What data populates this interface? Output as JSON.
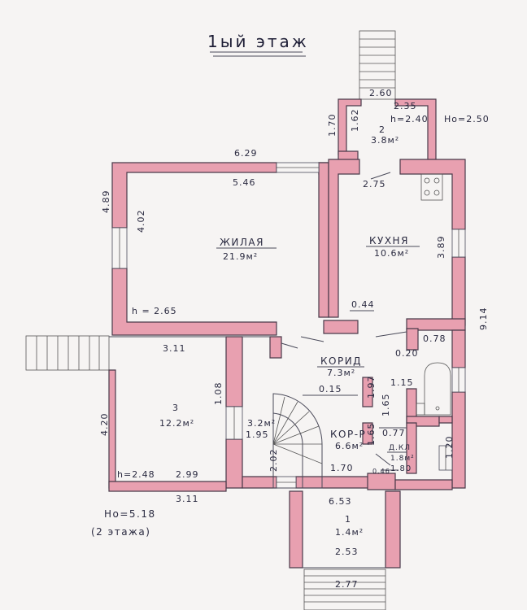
{
  "title": "1ый этаж",
  "rooms": {
    "living": {
      "name": "ЖИЛАЯ",
      "area": "21.9м²",
      "width": "5.46",
      "depth": "4.02",
      "height": "h = 2.65"
    },
    "kitchen": {
      "name": "КУХНЯ",
      "area": "10.6м²",
      "width": "2.75",
      "depth": "3.89",
      "pier": "0.44"
    },
    "corridor": {
      "name": "КОРИД",
      "area": "7.3м²"
    },
    "corridor2": {
      "name": "КОР-Р",
      "area": "6.6м²"
    },
    "room3": {
      "number": "3",
      "area": "12.2м²",
      "height": "h=2.48",
      "width": "2.99",
      "top_width": "3.11"
    },
    "room2": {
      "number": "2",
      "area": "3.8м²",
      "top": "2.60",
      "inner": "2.35",
      "height": "h=2.40",
      "h_outer": "Hо=2.50",
      "side_outer": "1.70",
      "side_inner": "1.62"
    },
    "room1": {
      "number": "1",
      "area": "1.4м²",
      "width": "2.53",
      "top": "6.53"
    },
    "bath": {
      "name": "Д.КЛ",
      "area": "1.8м²",
      "width": "1.80"
    },
    "stair": {
      "area": "3.2м²"
    }
  },
  "dims": {
    "top_total": "6.29",
    "left_living": "4.89",
    "right_total": "9.14",
    "room3_bottom": "3.11",
    "room3_left": "4.20",
    "room3_door": "1.08",
    "stairs_bottom": "2.77",
    "d_0_78": "0.78",
    "d_0_20": "0.20",
    "d_1_15": "1.15",
    "d_1_97": "1.97",
    "d_0_15": "0.15",
    "d_1_65a": "1.65",
    "d_1_65b": "1.65",
    "d_0_77": "0.77",
    "d_1_20": "1.20",
    "d_1_95": "1.95",
    "d_2_02": "2.02",
    "d_1_70": "1.70",
    "d_0_46": "0.46"
  },
  "notes": {
    "total_height": "Hо=5.18",
    "floors": "(2 этажа)"
  }
}
